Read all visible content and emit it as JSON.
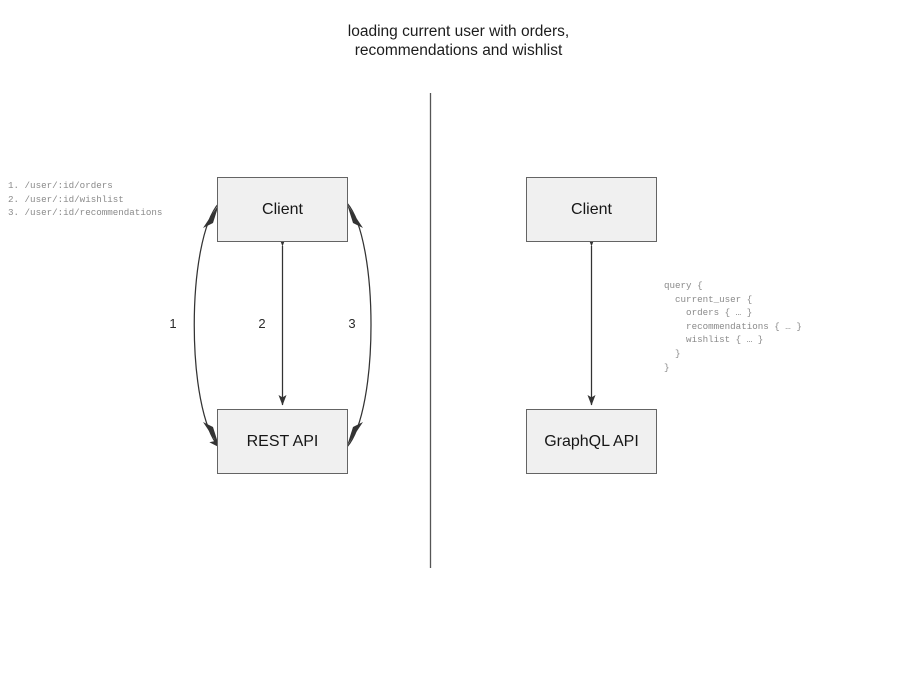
{
  "title": "loading current user with orders,\nrecommendations and wishlist",
  "rest_panel": {
    "client_label": "Client",
    "api_label": "REST API",
    "endpoints": "1. /user/:id/orders\n2. /user/:id/wishlist\n3. /user/:id/recommendations",
    "edge_labels": [
      "1",
      "2",
      "3"
    ]
  },
  "graphql_panel": {
    "client_label": "Client",
    "api_label": "GraphQL API",
    "query": "query {\n  current_user {\n    orders { … }\n    recommendations { … }\n    wishlist { … }\n  }\n}"
  },
  "colors": {
    "box_fill": "#f0f0f0",
    "box_border": "#646464",
    "edge_stroke": "#333333",
    "divider": "#555555",
    "code_text": "#8a8a8a",
    "title_text": "#1c1c1c"
  }
}
